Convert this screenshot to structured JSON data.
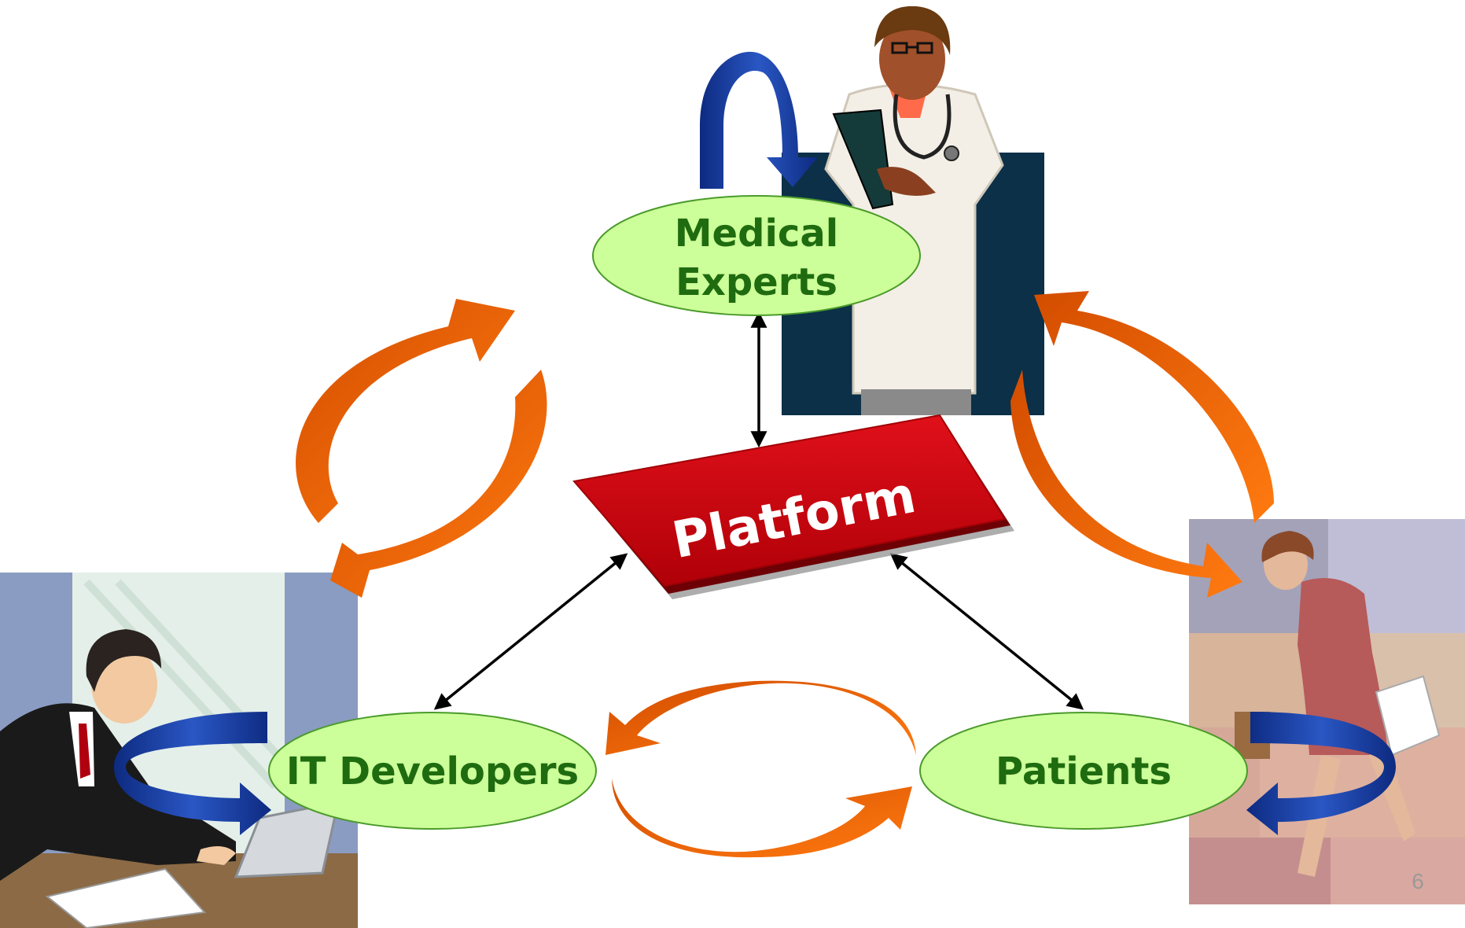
{
  "nodes": {
    "medical": {
      "line1": "Medical",
      "line2": "Experts"
    },
    "it": {
      "label": "IT Developers"
    },
    "patients": {
      "label": "Patients"
    }
  },
  "platform": {
    "label": "Platform"
  },
  "slide_number": "6",
  "colors": {
    "node_fill": "#ccff99",
    "node_text": "#1f6b10",
    "platform_red": "#c8000a",
    "orange_arrow": "#ff6a00",
    "blue_arrow": "#1a3a99",
    "doctor_bg": "#0b3048"
  }
}
